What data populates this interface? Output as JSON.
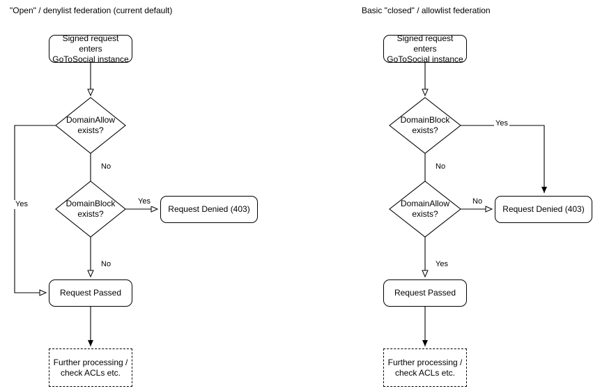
{
  "diagrams": [
    {
      "title": "\"Open\" / denylist federation (current default)",
      "nodes": {
        "start": "Signed request enters\nGoToSocial instance",
        "decision1": "DomainAllow\nexists?",
        "decision2": "DomainBlock\nexists?",
        "denied": "Request Denied (403)",
        "passed": "Request Passed",
        "further": "Further processing /\ncheck ACLs etc."
      },
      "edge_labels": {
        "allow_yes": "Yes",
        "allow_no": "No",
        "block_yes": "Yes",
        "block_no": "No"
      }
    },
    {
      "title": "Basic \"closed\" / allowlist federation",
      "nodes": {
        "start": "Signed request enters\nGoToSocial instance",
        "decision1": "DomainBlock\nexists?",
        "decision2": "DomainAllow\nexists?",
        "denied": "Request Denied (403)",
        "passed": "Request Passed",
        "further": "Further processing /\ncheck ACLs etc."
      },
      "edge_labels": {
        "block_yes": "Yes",
        "block_no": "No",
        "allow_no": "No",
        "allow_yes": "Yes"
      }
    }
  ],
  "style": {
    "stroke": "#000000",
    "fill": "#ffffff",
    "background": "#ffffff"
  }
}
